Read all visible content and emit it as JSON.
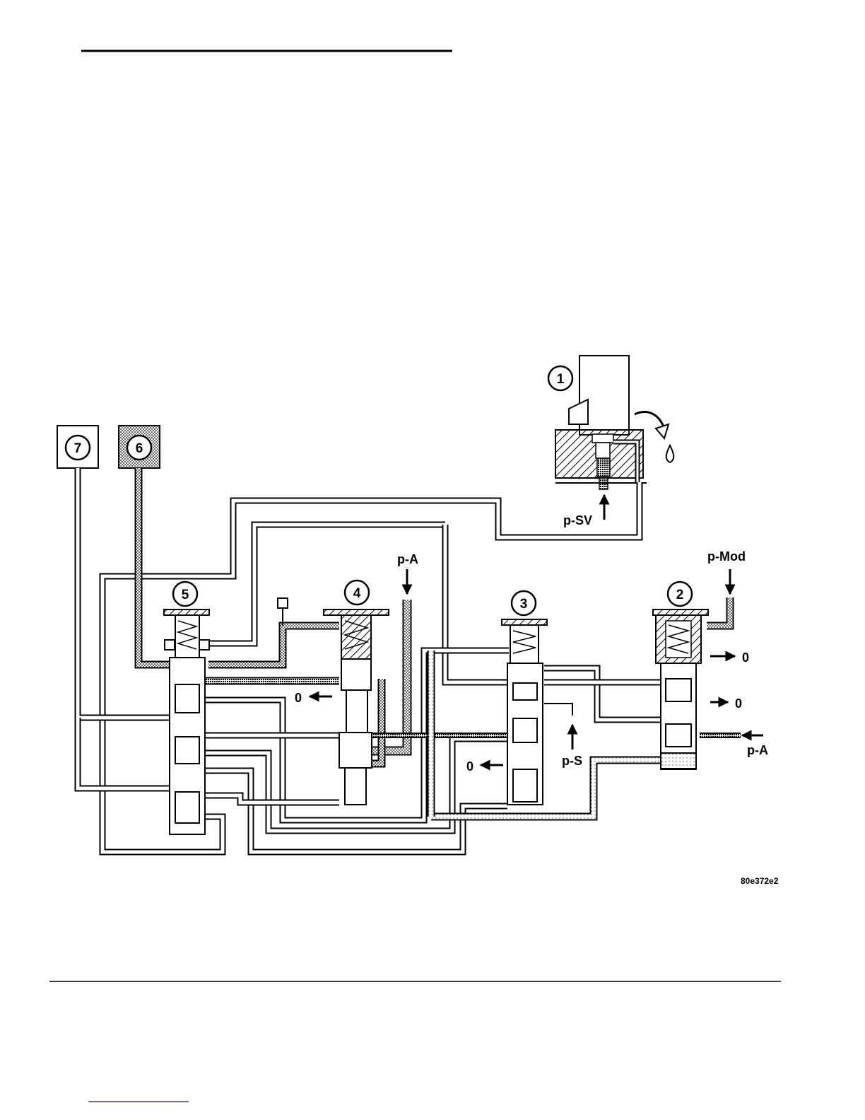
{
  "page": {
    "figure_code": "80e372e2"
  },
  "callouts": [
    {
      "id": "1",
      "text": "1"
    },
    {
      "id": "2",
      "text": "2"
    },
    {
      "id": "3",
      "text": "3"
    },
    {
      "id": "4",
      "text": "4"
    },
    {
      "id": "5",
      "text": "5"
    },
    {
      "id": "6",
      "text": "6"
    },
    {
      "id": "7",
      "text": "7"
    }
  ],
  "pressure_labels": {
    "p_sv": "p-SV",
    "p_mod": "p-Mod",
    "p_a_top": "p-A",
    "p_a_right": "p-A",
    "p_s": "p-S",
    "zero_a": "0",
    "zero_b": "0",
    "zero_c": "0",
    "zero_d": "0"
  },
  "colors": {
    "line": "#000000",
    "fill": "#ffffff",
    "pressure_fill": "#bdbdbd"
  }
}
